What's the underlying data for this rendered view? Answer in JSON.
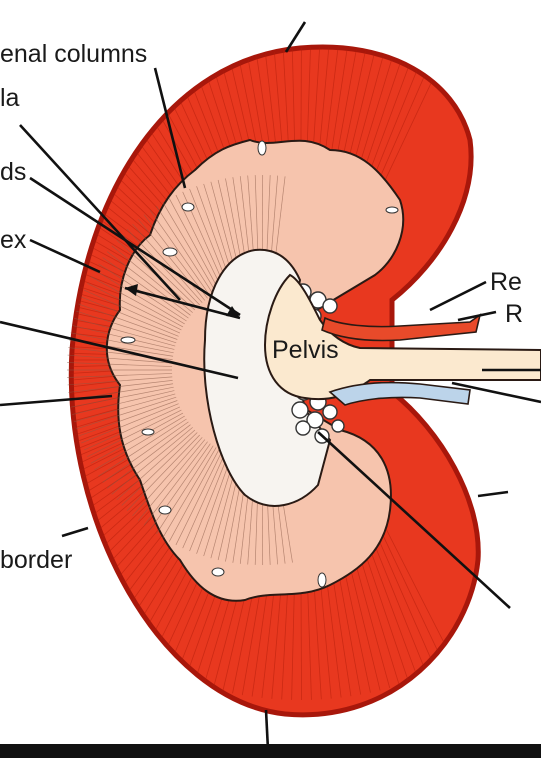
{
  "diagram": {
    "labels": {
      "renal_columns": "enal columns",
      "medulla": "la",
      "pyramids": "ds",
      "cortex": "ex",
      "border": "border",
      "pelvis": "Pelvis",
      "renal_artery": "Re",
      "renal_vein": "R"
    },
    "colors": {
      "cortex": "#e8381f",
      "cortex_dark": "#c9260f",
      "medulla": "#f6c4ad",
      "sinus": "#f7f4f0",
      "pelvis": "#fbe9cf",
      "artery": "#e84a2a",
      "vein": "#bcd4ea",
      "capsule": "#a8170b",
      "line": "#111111"
    }
  }
}
